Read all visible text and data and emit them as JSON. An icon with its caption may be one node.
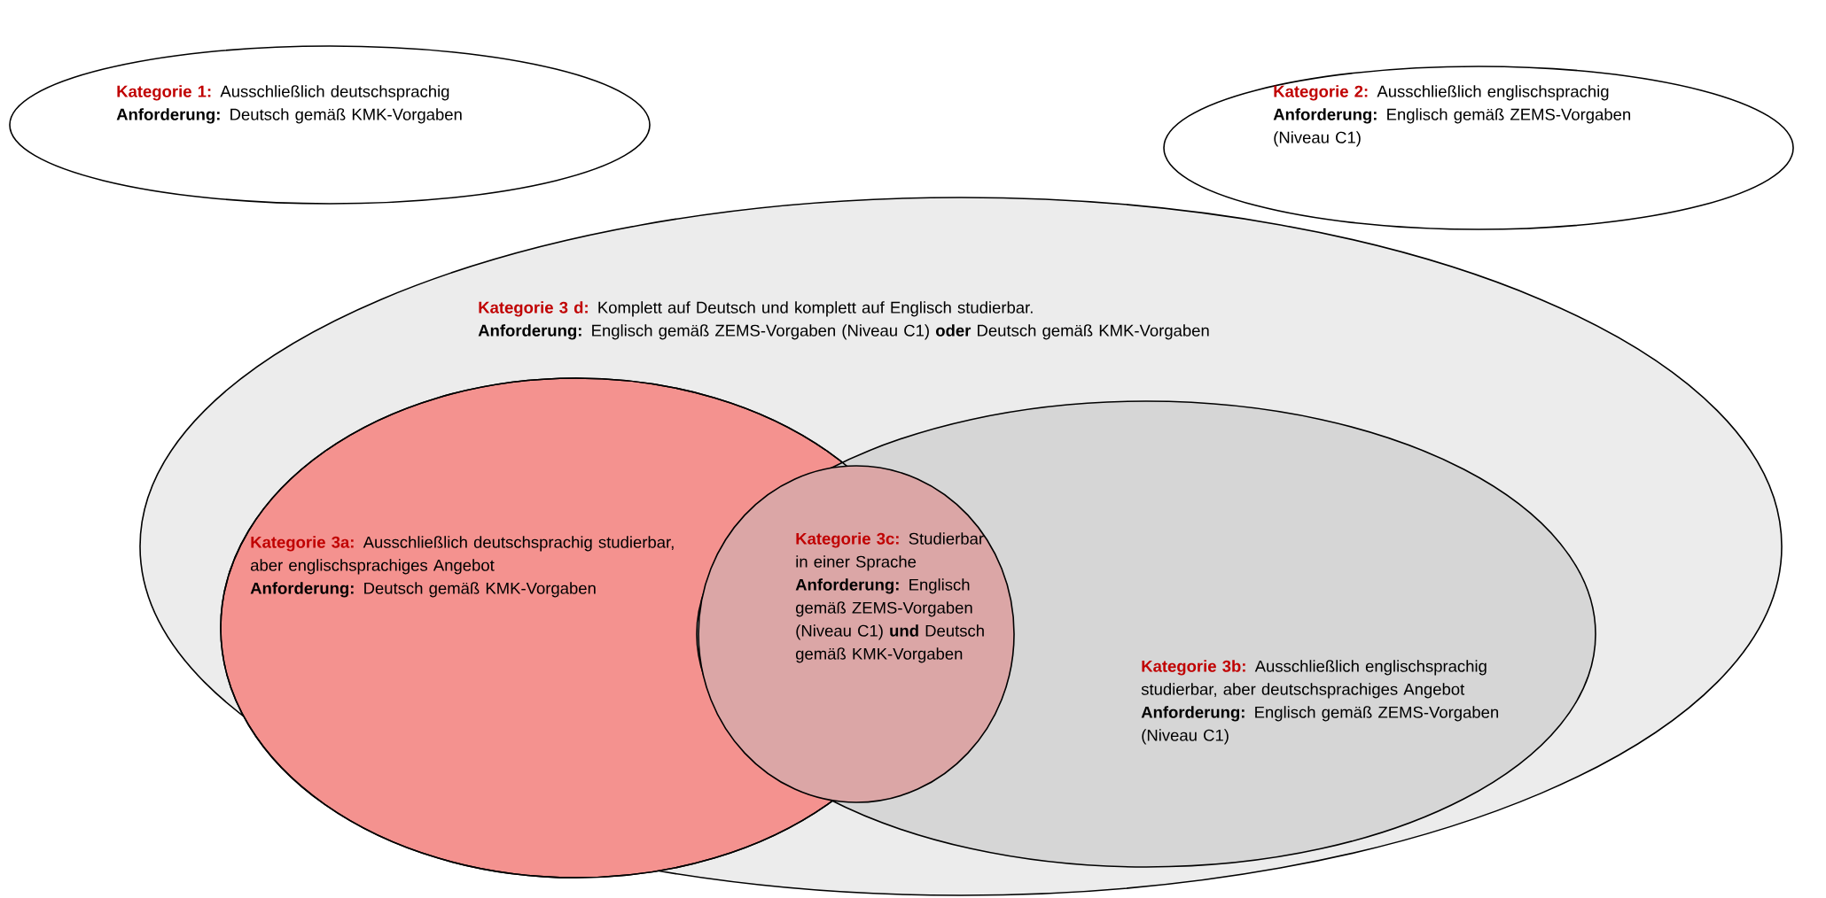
{
  "diagram": {
    "nodes": [
      {
        "text": [
          "**Kategorie 1:** Ausschließlich deutschsprachig",
          "**Anforderung:** Deutsch gemäß KMK-Vorgaben"
        ]
      },
      {
        "text": [
          "**Kategorie 2:** Ausschließlich englischsprachig",
          "**Anforderung:** Englisch gemäß ZEMS-Vorgaben (Niveau C1)"
        ]
      },
      {
        "text": [
          "**Kategorie 3 d:** Komplett auf Deutsch und komplett auf Englisch studierbar.",
          "**Anforderung:** Englisch gemäß ZEMS-Vorgaben (Niveau C1) **oder** Deutsch gemäß KMK-Vorgaben"
        ]
      },
      {
        "text": [
          "**Kategorie 3a:** Ausschließlich deutschsprachig studierbar, aber englischsprachiges Angebot",
          "**Anforderung:** Deutsch gemäß KMK-Vorgaben"
        ],
        "in": 2
      },
      {
        "text": [
          "**Kategorie 3b:** Ausschließlich englischsprachig studierbar, aber deutschsprachiges Angebot",
          "**Anforderung:** Englisch gemäß ZEMS-Vorgaben (Niveau C1)"
        ],
        "in": 2
      },
      {
        "text": [
          "**Kategorie 3c:** Studierbar in einer Sprache",
          "**Anforderung:** Englisch gemäß ZEMS-Vorgaben (Niveau C1) **und** Deutsch gemäß KMK-Vorgaben"
        ],
        "in": 4
      }
    ]
  }
}
